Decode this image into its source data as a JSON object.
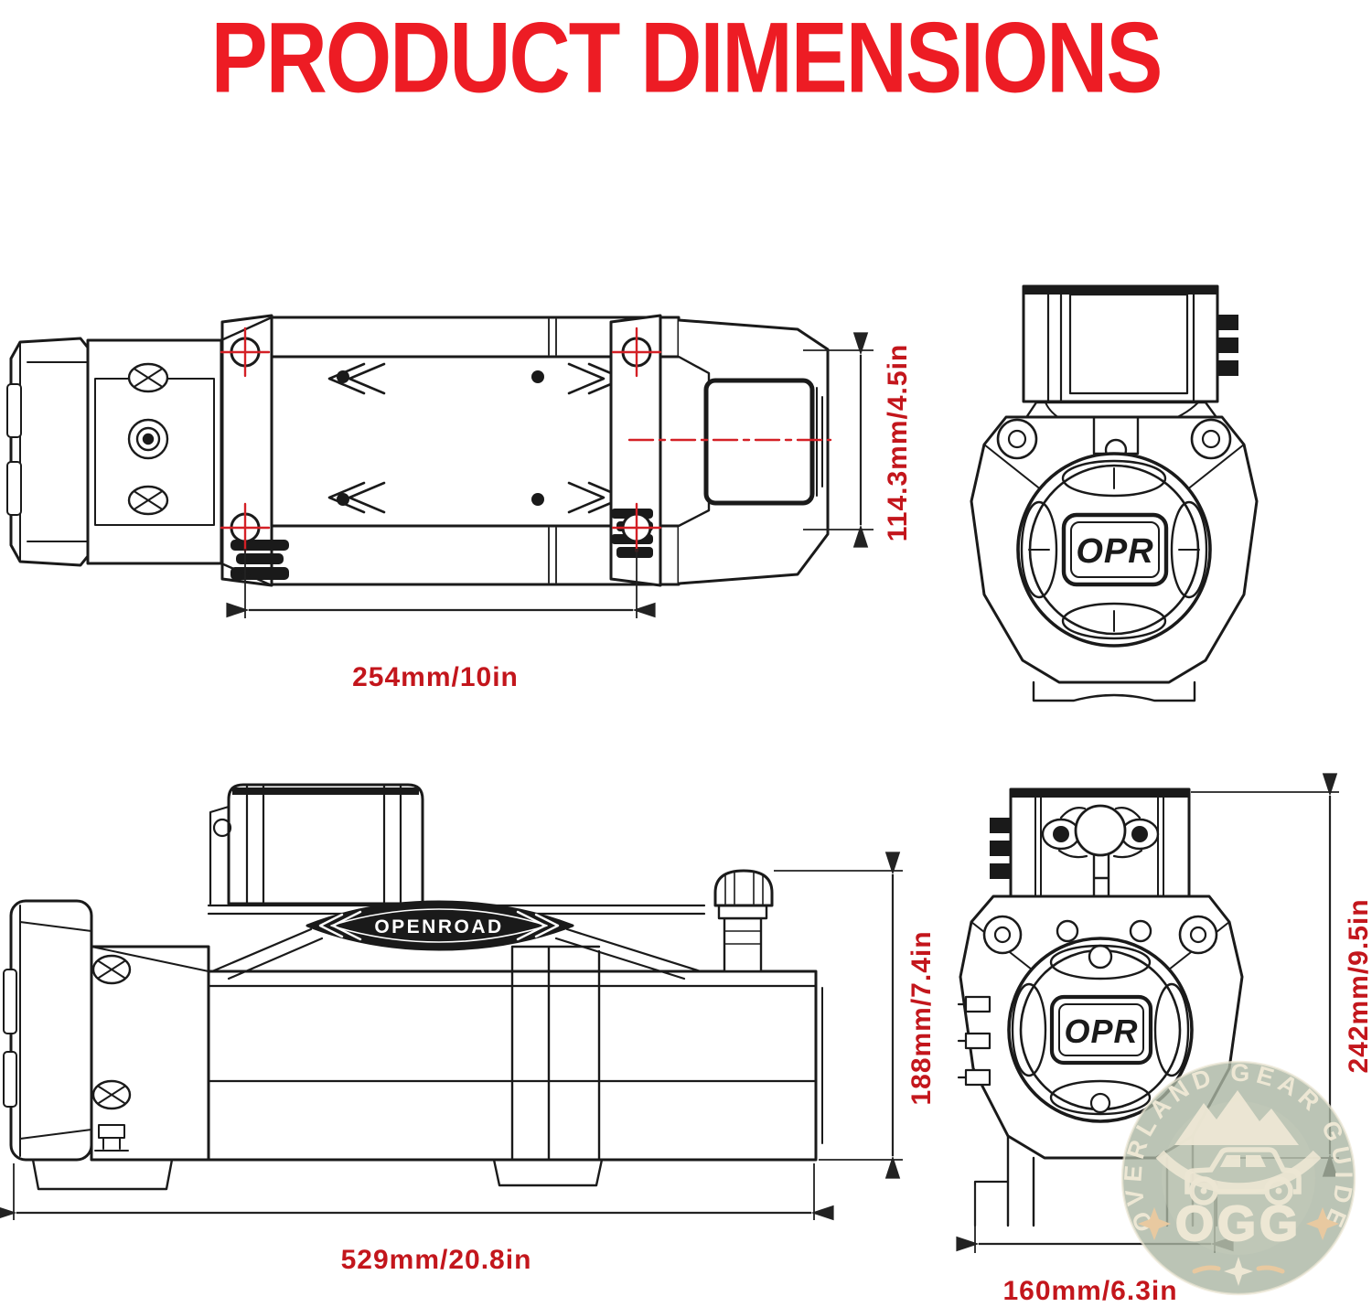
{
  "title": "PRODUCT DIMENSIONS",
  "brand": {
    "drum_logo": "OPR",
    "side_badge": "OPENROAD"
  },
  "dimensions": {
    "top_view": {
      "width": "254mm/10in",
      "height": "114.3mm/4.5in"
    },
    "side_view": {
      "length": "529mm/20.8in",
      "height": "188mm/7.4in"
    },
    "rear_view": {
      "height": "242mm/9.5in",
      "width": "160mm/6.3in"
    }
  },
  "watermark": {
    "ring_text": "OVERLAND GEAR GUIDE",
    "abbr": "OGG",
    "icons": [
      "mountain-icon",
      "truck-icon",
      "star-icon"
    ]
  },
  "colors": {
    "title_red": "#ed1c24",
    "dimension_red": "#c3161c",
    "detail_red": "#d42026",
    "line_black": "#1a1a1a",
    "watermark_sage": "#b4bfb2",
    "watermark_cream": "#ede7d4",
    "watermark_tan": "#e8c9a0"
  }
}
